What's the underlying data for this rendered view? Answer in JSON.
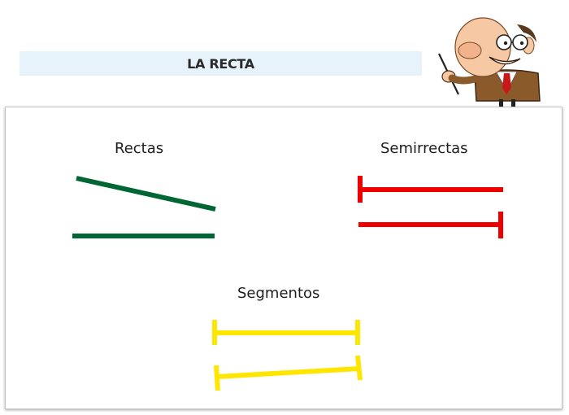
{
  "title": "LA RECTA",
  "headings": {
    "rectas": "Rectas",
    "semirrectas": "Semirrectas",
    "segmentos": "Segmentos"
  },
  "colors": {
    "rectas": "#006633",
    "semirrectas": "#ee0000",
    "segmentos": "#ffe600",
    "title_bg": "#e6f3fa"
  },
  "mascot": {
    "icon": "teacher-with-pointer-icon"
  }
}
